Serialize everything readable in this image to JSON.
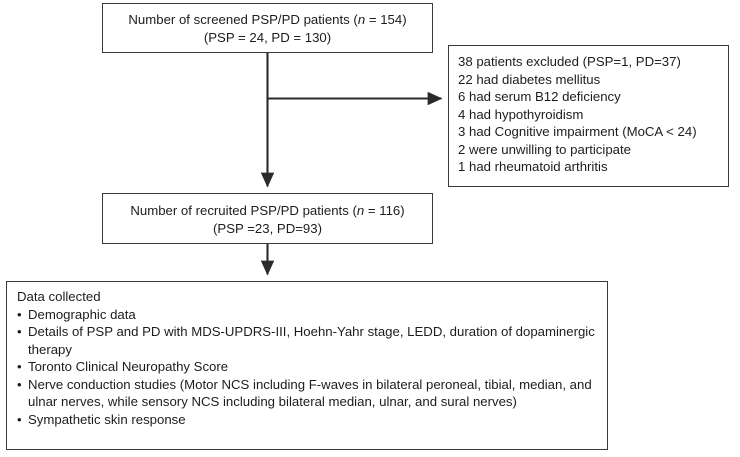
{
  "figure": {
    "type": "flowchart",
    "title": "Study participant flow diagram",
    "background_color": "#ffffff",
    "box_border_color": "#3a3a3a",
    "text_color": "#1d1d1d"
  },
  "nodes": {
    "screened": {
      "name": "screened-patients-box",
      "line1_pre": "Number of screened PSP/PD patients (",
      "line1_italic": "n",
      "line1_post": " = 154)",
      "line2": "(PSP = 24, PD = 130)"
    },
    "excluded": {
      "name": "excluded-patients-box",
      "lines": [
        "38 patients excluded (PSP=1, PD=37)",
        "22 had diabetes mellitus",
        "6 had serum B12 deficiency",
        "4 had hypothyroidism",
        "3 had Cognitive impairment (MoCA < 24)",
        "2 were unwilling to participate",
        "1 had rheumatoid arthritis"
      ]
    },
    "recruited": {
      "name": "recruited-patients-box",
      "line1_pre": "Number of recruited PSP/PD patients (",
      "line1_italic": "n",
      "line1_post": " = 116)",
      "line2": "(PSP =23, PD=93)"
    },
    "data_collected": {
      "name": "data-collected-box",
      "heading": "Data collected",
      "bullets": [
        "Demographic data",
        "Details of PSP and PD with MDS-UPDRS-III, Hoehn-Yahr stage, LEDD, duration of dopaminergic therapy",
        "Toronto Clinical Neuropathy Score",
        "Nerve conduction studies (Motor NCS including F-waves in bilateral peroneal, tibial, median, and ulnar nerves, while sensory NCS including bilateral median, ulnar, and sural nerves)",
        "Sympathetic skin response"
      ]
    }
  },
  "connectors": [
    {
      "name": "screened-to-recruited-arrow",
      "from": "screened",
      "to": "recruited",
      "direction": "down"
    },
    {
      "name": "screened-to-excluded-arrow",
      "from": "screened",
      "to": "excluded",
      "direction": "right"
    },
    {
      "name": "recruited-to-data-arrow",
      "from": "recruited",
      "to": "data_collected",
      "direction": "down"
    }
  ]
}
